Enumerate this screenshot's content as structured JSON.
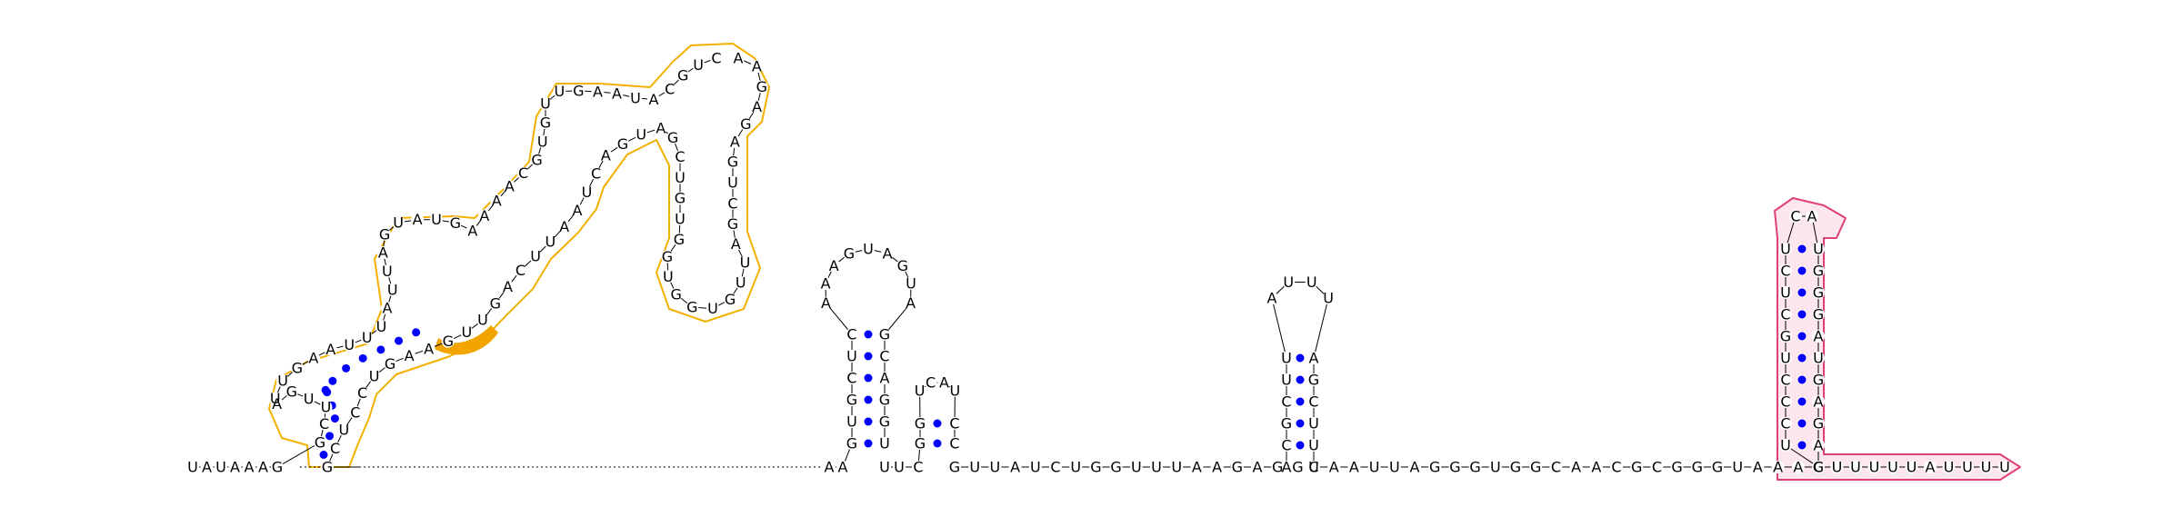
{
  "colors": {
    "pair_dot": "#0000ff",
    "highlight_stroke": "#f2b000",
    "highlight_fill": "#fff8e6",
    "highlight_accent": "#f2a500",
    "terminal_stroke": "#e0407a",
    "terminal_fill": "#fde6ee",
    "backbone": "#000000"
  },
  "sequences": {
    "strand_5prime": "UAUAAAG",
    "gap_count": 50,
    "linker_a": "AA",
    "stem_b1_left": "GUGCUC",
    "loop_b1": "AAAGUAGUA",
    "stem_b1_right": "GCAGGU",
    "linker_b": "UUC",
    "loop_b2": "UCAU",
    "linker_c": "GUUAUCUGGUUUAAGAGG",
    "stem_b3_left": "ACGCUU",
    "loop_b3": "AUUU",
    "stem_b3_right": "AGCUUU",
    "linker_d": "CAAUUAGGGUGGCAACGCGGGUAAAC",
    "stem_b4_left": "UCCCUGCUCU",
    "loop_b4": "CA",
    "stem_b4_right": "UGGGAUGAGA",
    "tail_3prime": "GUUUUUAUUUU",
    "b1_ascend": "GCUUGAUUGAAUUUAUUAGUAUGAAAACGUGUUGAAUACGUC",
    "b1_descend": "AAGAGAGUCGAUUGUGGUGGUGUCGAUGACUAAUUCAGUUGAAGUCCUCG"
  }
}
